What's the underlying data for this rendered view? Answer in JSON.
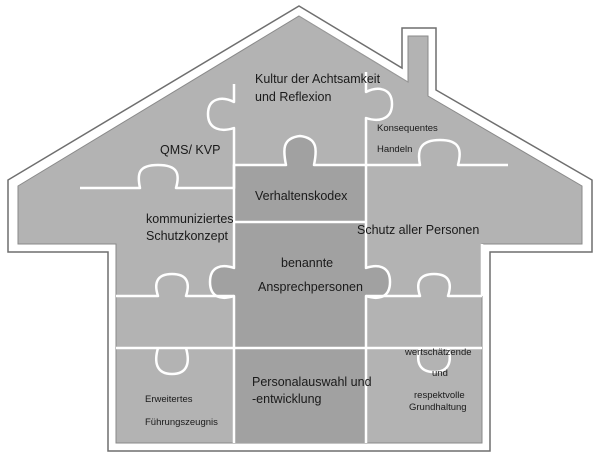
{
  "pieces": {
    "kultur": [
      "Kultur der Achtsamkeit",
      "und Reflexion"
    ],
    "konsequent": [
      "Konsequentes",
      "Handeln"
    ],
    "qms": "QMS/ KVP",
    "verhaltenskodex": "Verhaltenskodex",
    "schutzkonzept": [
      "kommuniziertes",
      "Schutzkonzept"
    ],
    "schutz_personen": "Schutz aller Personen",
    "ansprech": [
      "benannte",
      "Ansprechpersonen"
    ],
    "personal": [
      "Personalauswahl und",
      "-entwicklung"
    ],
    "fuehrung": [
      "Erweitertes",
      "Führungszeugnis"
    ],
    "wertschaetzend": [
      "wertschätzende",
      "und",
      "respektvolle",
      "Grundhaltung"
    ]
  },
  "colors": {
    "house_fill": "#b3b3b3",
    "center_fill": "#a1a1a1",
    "house_outline": "#6f6f6f",
    "seams": "#ffffff"
  }
}
